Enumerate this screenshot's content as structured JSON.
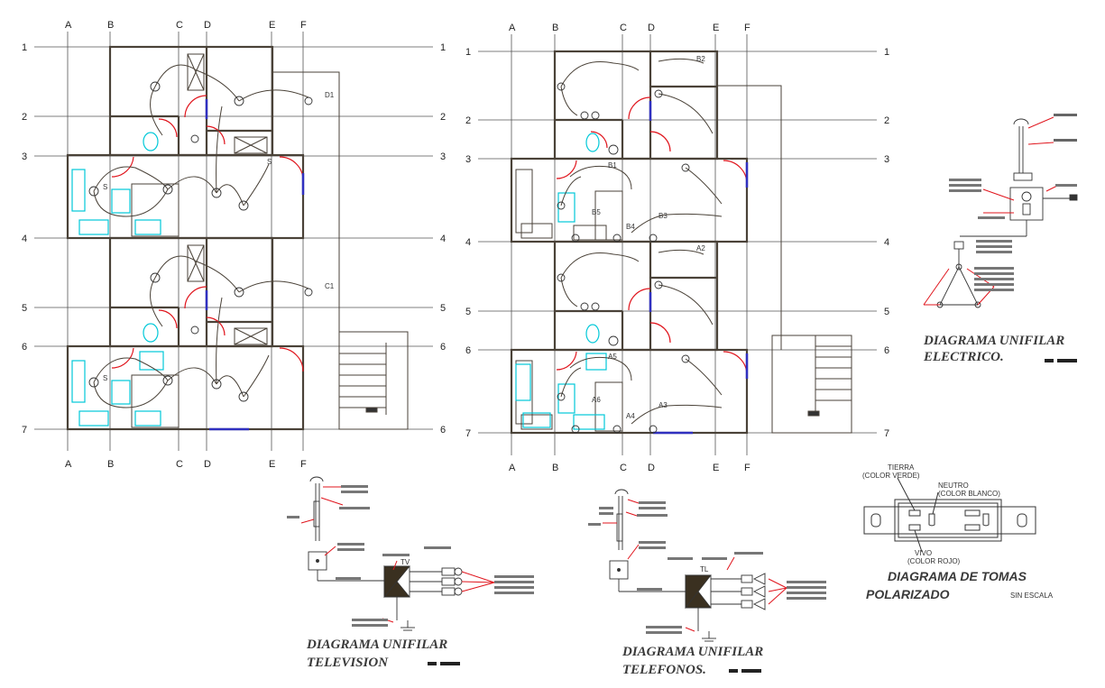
{
  "grid": {
    "plan1_columns": [
      "A",
      "B",
      "C",
      "D",
      "E",
      "F"
    ],
    "plan1_rows_left": [
      "1",
      "2",
      "3",
      "4",
      "5",
      "6",
      "7"
    ],
    "plan1_rows_right": [
      "1",
      "2",
      "3",
      "4",
      "5",
      "6",
      "6"
    ],
    "plan2_columns": [
      "A",
      "B",
      "C",
      "D",
      "E",
      "F"
    ],
    "plan2_rows_left": [
      "1",
      "2",
      "3",
      "4",
      "5",
      "6",
      "7"
    ],
    "plan2_rows_right": [
      "1",
      "2",
      "3",
      "4",
      "5",
      "6",
      "7"
    ]
  },
  "plan1_labels": {
    "d1": "D1",
    "c1": "C1",
    "s1": "S",
    "s2": "S",
    "s3": "S"
  },
  "plan2_labels": {
    "b2": "B2",
    "b1": "B1",
    "b5": "B5",
    "b4": "B4",
    "b3": "B3",
    "a2": "A2",
    "a5": "A5",
    "a6": "A6",
    "a3": "A3",
    "a4": "A4"
  },
  "titles": {
    "electrico_1": "DIAGRAMA UNIFILAR",
    "electrico_2": "ELECTRICO.",
    "television_1": "DIAGRAMA UNIFILAR",
    "television_2": "TELEVISION",
    "telefonos_1": "DIAGRAMA UNIFILAR",
    "telefonos_2": "TELEFONOS.",
    "tomas_1": "DIAGRAMA DE TOMAS",
    "tomas_2": "POLARIZADO",
    "sin_escala": "SIN ESCALA"
  },
  "tomas_labels": {
    "tierra": "TIERRA",
    "tierra_color": "(COLOR VERDE)",
    "neutro": "NEUTRO",
    "neutro_color": "(COLOR BLANCO)",
    "vivo": "VIVO",
    "vivo_color": "(COLOR ROJO)"
  },
  "tv_labels": {
    "tv": "TV"
  },
  "tel_labels": {
    "tl": "TL"
  },
  "colors": {
    "wall": "#4a4238",
    "grid": "#555555",
    "red": "#e0141c",
    "cyan": "#00c8d8",
    "blue": "#3030c0",
    "text": "#222222"
  }
}
